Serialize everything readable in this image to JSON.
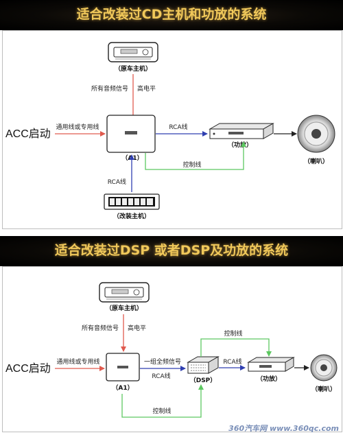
{
  "diagram1": {
    "title": "适合改装过CD主机和功放的系统",
    "source_unit_label": "（原车主机）",
    "signal_label": "所有音频信号",
    "high_level_label": "高电平",
    "acc_label": "ACC启动",
    "wire_label": "通用线或专用线",
    "module_label": "（A1）",
    "rca_to_amp_label": "RCA线",
    "control_label": "控制线",
    "amp_label": "（功放）",
    "speaker_label": "（喇叭）",
    "rca_in_label": "RCA线",
    "aftermarket_label": "（改装主机）"
  },
  "diagram2": {
    "title": "适合改装过DSP 或者DSP及功放的系统",
    "source_unit_label": "（原车主机）",
    "signal_label": "所有音频信号",
    "high_level_label": "高电平",
    "acc_label": "ACC启动",
    "wire_label": "通用线或专用线",
    "fullrange_label": "一组全频信号",
    "rca_label": "RCA线",
    "module_label": "（A1）",
    "dsp_label": "（DSP）",
    "rca_to_amp_label": "RCA线",
    "amp_label": "（功放）",
    "speaker_label": "（喇叭）",
    "control_top_label": "控制线",
    "control_bottom_label": "控制线"
  },
  "watermark": "360汽车网 www.360qc.com",
  "colors": {
    "banner_text": "#f0c85a",
    "red_arrow": "#e05a4e",
    "blue_arrow": "#2f3fb0",
    "green_arrow": "#5cc860"
  }
}
